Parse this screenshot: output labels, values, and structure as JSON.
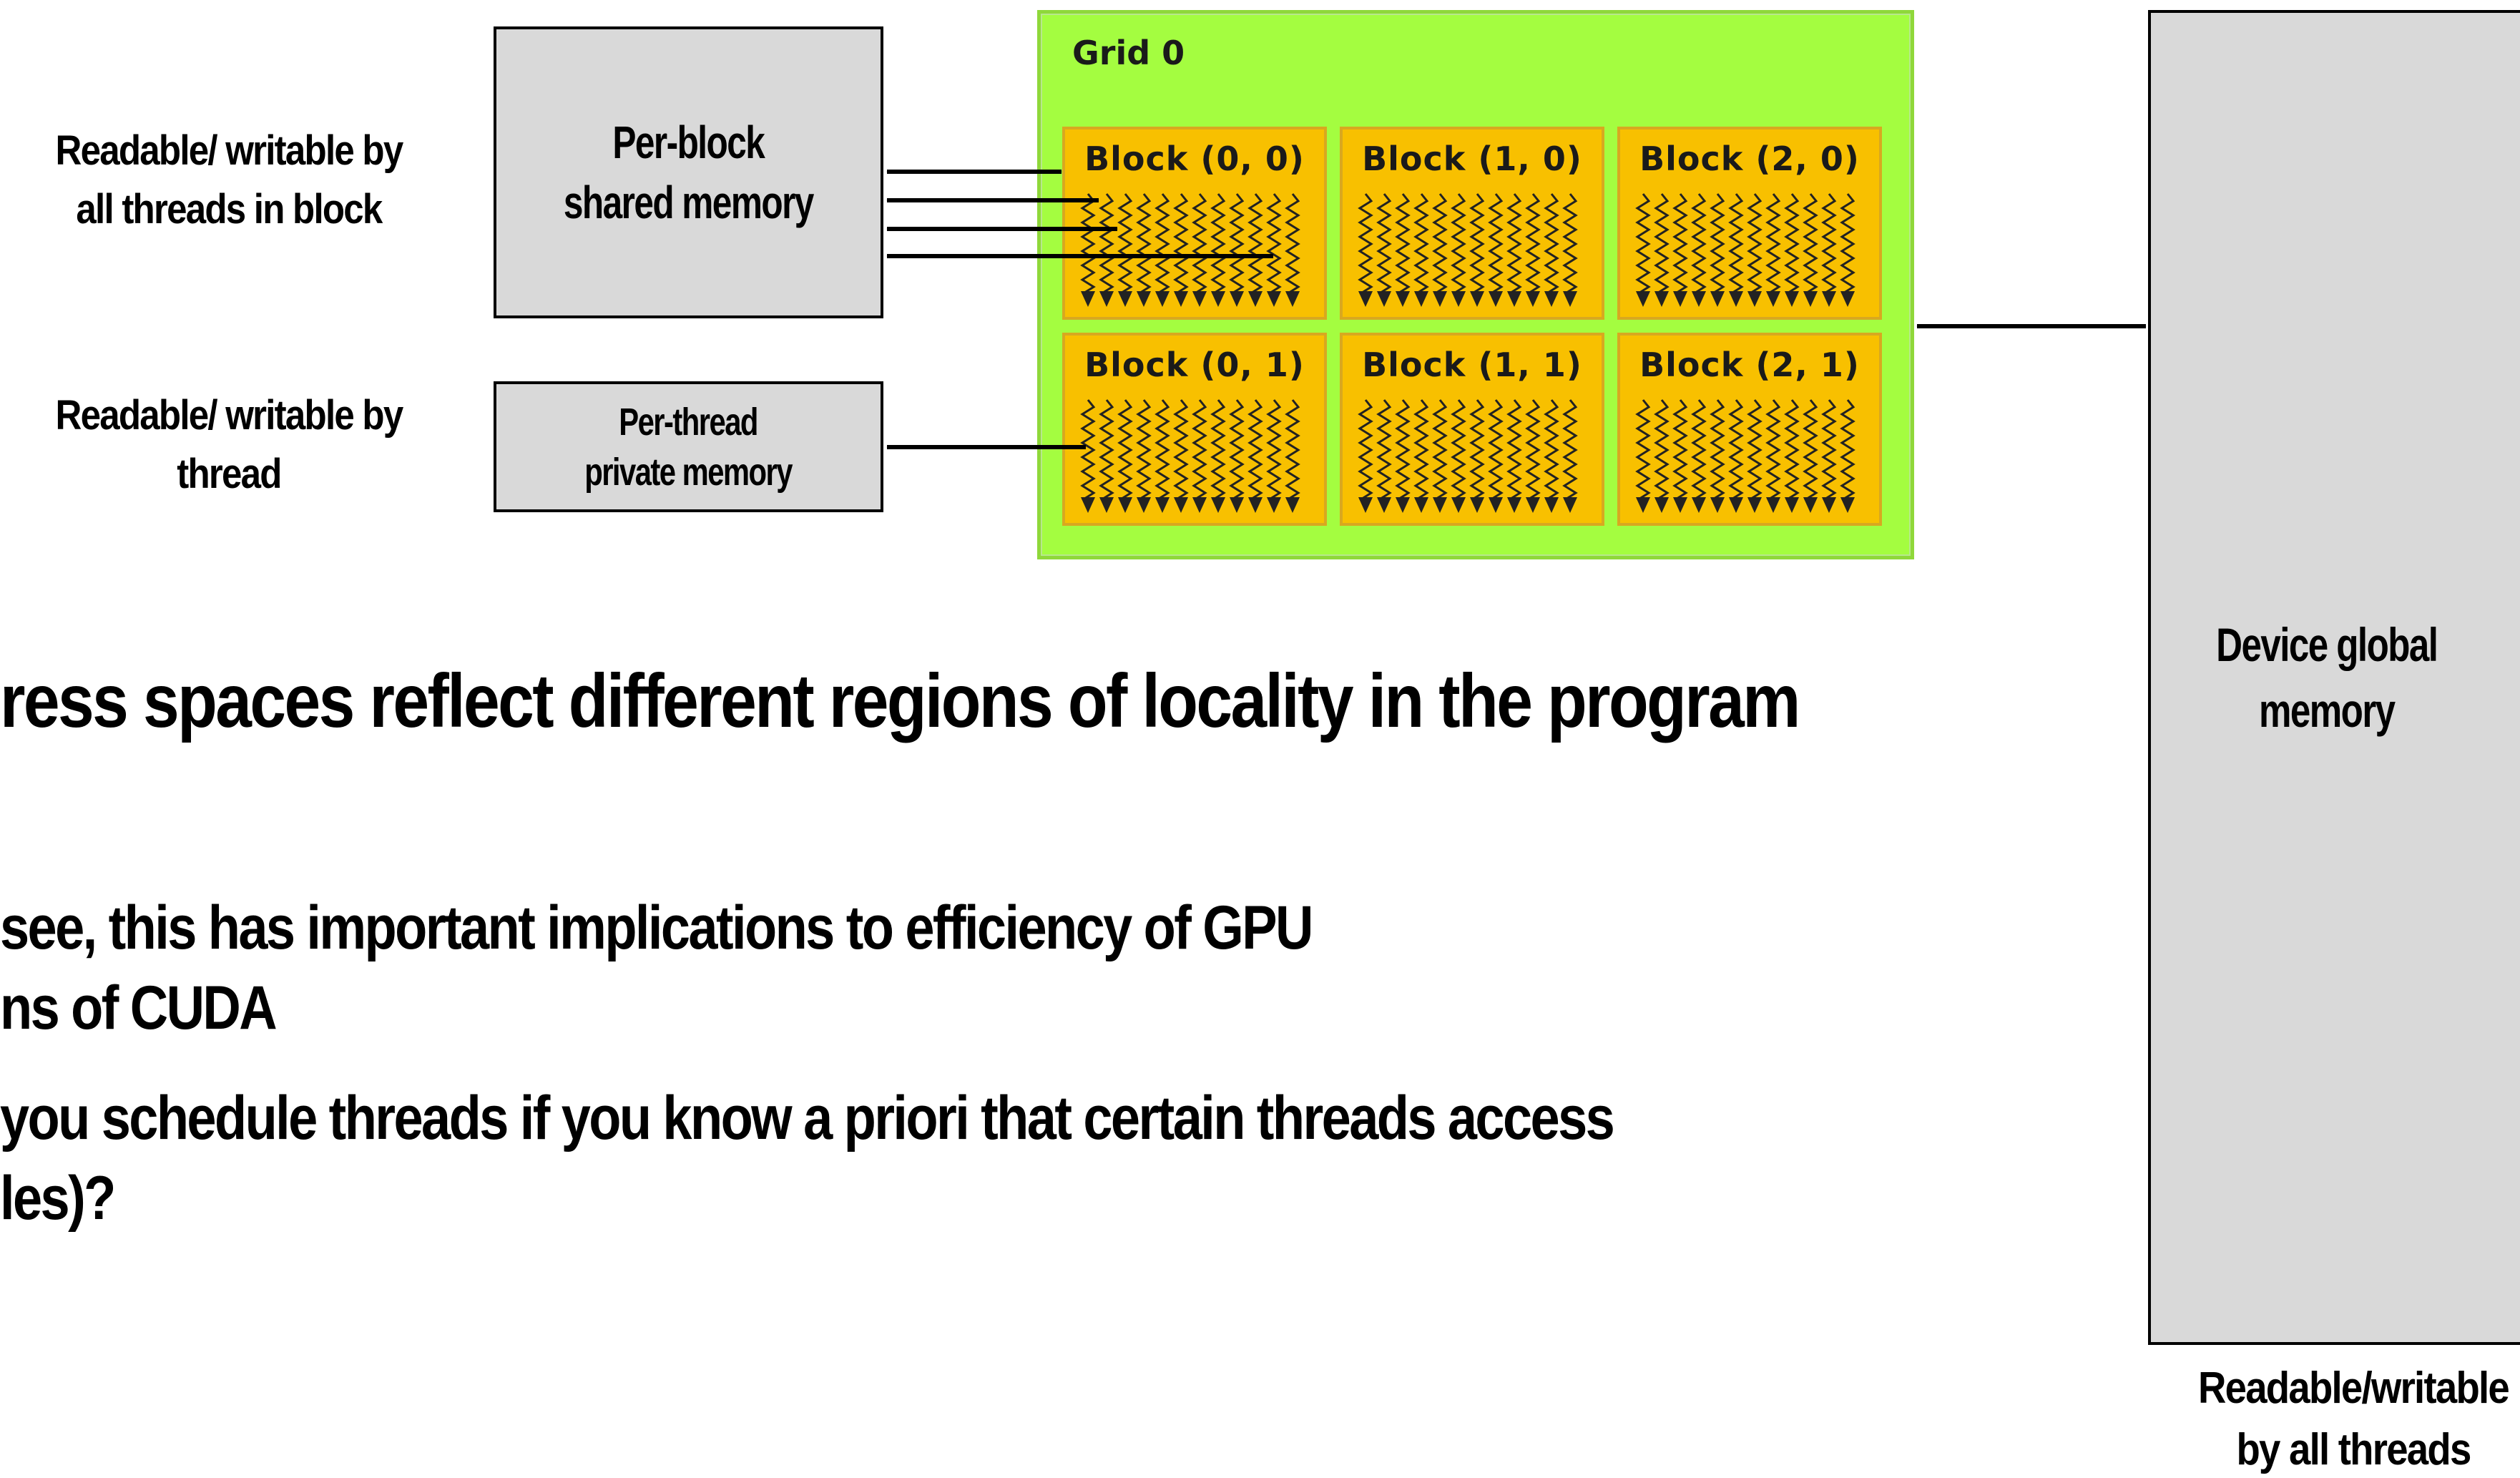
{
  "labels": {
    "block_access": [
      "Readable/ writable by",
      "all threads in block"
    ],
    "thread_access": [
      "Readable/ writable by",
      "thread"
    ],
    "global_access": [
      "Readable/writable",
      "by all threads"
    ]
  },
  "memories": {
    "shared": [
      "Per-block",
      "shared memory"
    ],
    "private": [
      "Per-thread",
      "private memory"
    ],
    "global": [
      "Device global",
      "memory"
    ]
  },
  "grid": {
    "title": "Grid 0",
    "blocks": [
      "Block (0, 0)",
      "Block (1, 0)",
      "Block (2, 0)",
      "Block (0, 1)",
      "Block (1, 1)",
      "Block (2, 1)"
    ]
  },
  "text": {
    "heading": "ress spaces reflect different regions of locality in the program",
    "bullet1_line1": "see, this has important implications to efficiency of GPU",
    "bullet1_line2": "ns of CUDA",
    "bullet2_line1": "you schedule threads if you know a priori that certain threads access",
    "bullet2_line2": "les)?"
  },
  "colors": {
    "grid": "#a4fd40",
    "block": "#f8c000",
    "memory": "#d9d9d9"
  }
}
